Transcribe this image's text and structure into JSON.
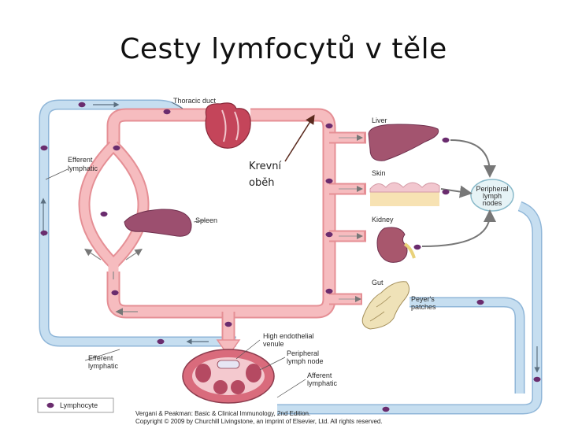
{
  "slide": {
    "title": "Cesty lymfocytů v těle"
  },
  "annotation": {
    "line1": "Krevní",
    "line2": "oběh"
  },
  "labels": {
    "thoracic_duct": "Thoracic duct",
    "efferent_lymphatic_1_line1": "Efferent",
    "efferent_lymphatic_1_line2": "lymphatic",
    "spleen": "Spleen",
    "liver": "Liver",
    "skin": "Skin",
    "kidney": "Kidney",
    "gut": "Gut",
    "peyers_line1": "Peyer's",
    "peyers_line2": "patches",
    "peripheral_nodes_line1": "Peripheral",
    "peripheral_nodes_line2": "lymph",
    "peripheral_nodes_line3": "nodes",
    "hev_line1": "High endothelial",
    "hev_line2": "venule",
    "peripheral_node_line1": "Peripheral",
    "peripheral_node_line2": "lymph node",
    "afferent_line1": "Afferent",
    "afferent_line2": "lymphatic",
    "efferent_lymphatic_2_line1": "Efferent",
    "efferent_lymphatic_2_line2": "lymphatic"
  },
  "legend": {
    "label": "Lymphocyte"
  },
  "credits": {
    "line1": "Vergani & Peakman: Basic & Clinical Immunology, 2nd Edition.",
    "line2": "Copyright © 2009 by Churchill Livingstone, an imprint of Elsevier, Ltd. All rights reserved."
  },
  "colors": {
    "blood_vessel": "#f6bcbf",
    "blood_vessel_edge": "#e58f95",
    "lymph_vessel": "#c6def0",
    "lymph_vessel_edge": "#8fb6d8",
    "lymphocyte": "#6a2c6e",
    "organ": "#9c4f6f"
  }
}
